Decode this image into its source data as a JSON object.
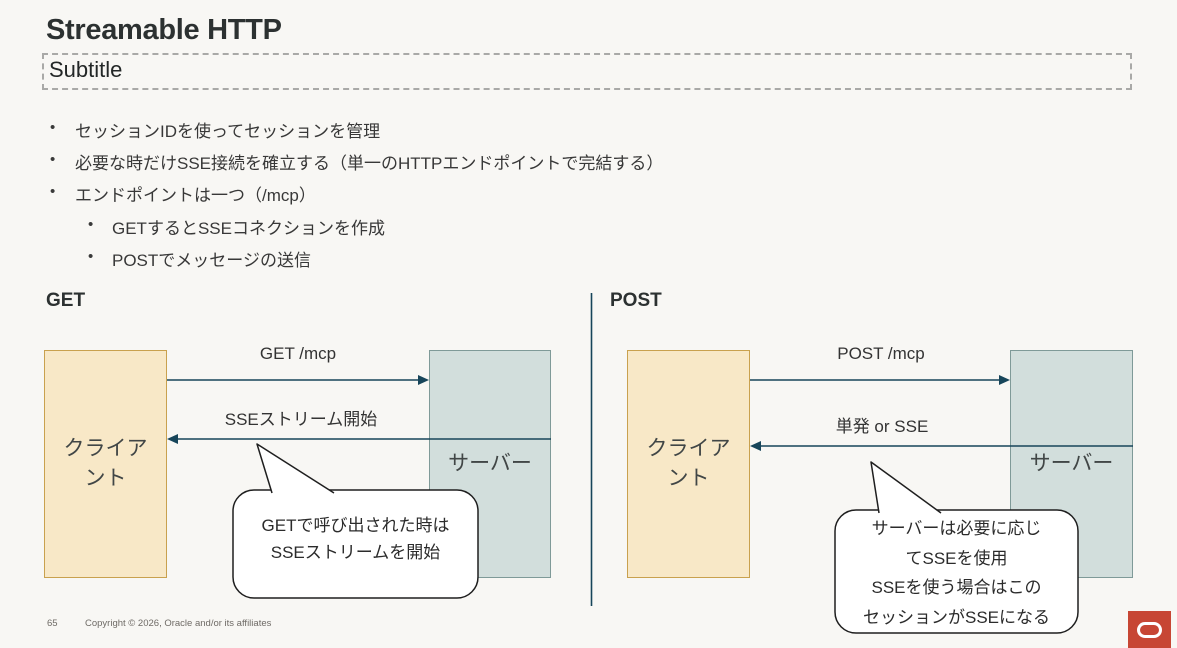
{
  "slide": {
    "title": "Streamable HTTP",
    "subtitle": "Subtitle",
    "bullet_marker": "•",
    "bullets": [
      {
        "level": 1,
        "text": "セッションIDを使ってセッションを管理"
      },
      {
        "level": 1,
        "text": "必要な時だけSSE接続を確立する（単一のHTTPエンドポイントで完結する）"
      },
      {
        "level": 1,
        "text": "エンドポイントは一つ（/mcp）"
      },
      {
        "level": 2,
        "text": "GETするとSSEコネクションを作成"
      },
      {
        "level": 2,
        "text": "POSTでメッセージの送信"
      }
    ]
  },
  "diagrams": {
    "get": {
      "heading": "GET",
      "client_label": "クライア\nント",
      "server_label": "サーバー",
      "request_label": "GET /mcp",
      "response_label": "SSEストリーム開始",
      "callout": "GETで呼び出された時は\nSSEストリームを開始"
    },
    "post": {
      "heading": "POST",
      "client_label": "クライア\nント",
      "server_label": "サーバー",
      "request_label": "POST /mcp",
      "response_label": "単発 or SSE",
      "callout": "サーバーは必要に応じ\nてSSEを使用\nSSEを使う場合はこの\nセッションがSSEになる"
    }
  },
  "footer": {
    "page_number": "65",
    "copyright": "Copyright © 2026, Oracle and/or its affiliates"
  },
  "logo": {
    "name": "oracle-logo",
    "color": "#c74634"
  },
  "colors": {
    "background": "#f8f7f4",
    "title_text": "#2c3131",
    "body_text": "#383838",
    "arrow": "#17455a",
    "client_fill": "#f8e8c7",
    "client_border": "#c9a14e",
    "server_fill": "#d2dedc",
    "server_border": "#7f9a98",
    "callout_border": "#1f1f1f",
    "dashed_border": "#a9a9a7",
    "oracle_red": "#c74634"
  }
}
